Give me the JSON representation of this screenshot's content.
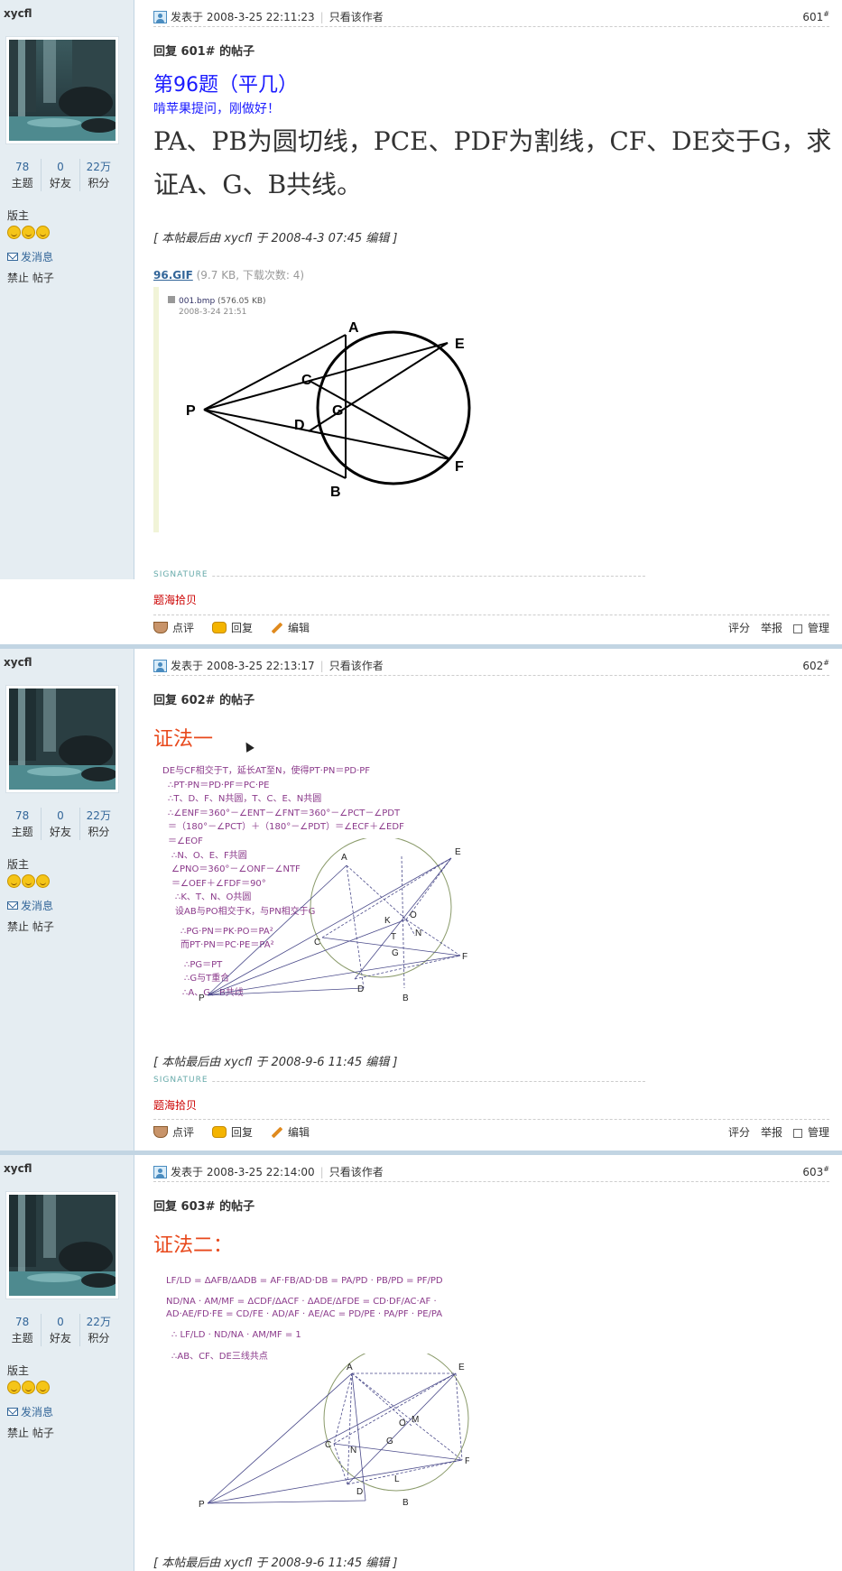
{
  "user": {
    "name": "xycfl",
    "stats": [
      {
        "value": "78",
        "label": "主题"
      },
      {
        "value": "0",
        "label": "好友"
      },
      {
        "value": "22万",
        "label": "积分"
      }
    ],
    "rank": "版主",
    "message": "发消息",
    "ban": "禁止 帖子"
  },
  "common": {
    "posted_prefix": "发表于",
    "only_author": "只看该作者",
    "signature_label": "SIGNATURE",
    "signature_text": "题海拾贝",
    "actions": {
      "comment": "点评",
      "reply": "回复",
      "edit": "编辑",
      "rate": "评分",
      "report": "举报",
      "manage": "管理"
    }
  },
  "posts": [
    {
      "time": "2008-3-25 22:11:23",
      "floor": "601",
      "reply_title": "回复 601# 的帖子",
      "heading": "第96题（平几）",
      "subheading": "啃苹果提问，刚做好！",
      "problem": "PA、PB为圆切线，PCE、PDF为割线，CF、DE交于G，求证A、G、B共线。",
      "edited": "[ 本帖最后由 xycfl 于 2008-4-3 07:45 编辑 ]",
      "attachment": {
        "file": "96.GIF",
        "meta": "(9.7 KB, 下载次数: 4)"
      },
      "figure": {
        "file_label": "001.bmp",
        "file_size": "(576.05 KB)",
        "file_date": "2008-3-24 21:51",
        "labels": [
          "A",
          "E",
          "C",
          "P",
          "G",
          "D",
          "F",
          "B"
        ]
      }
    },
    {
      "time": "2008-3-25 22:13:17",
      "floor": "602",
      "reply_title": "回复 602# 的帖子",
      "heading": "证法一",
      "proof_lines": [
        "DE与CF相交于T，延长AT至N，使得PT·PN＝PD·PF",
        "∴PT·PN＝PD·PF＝PC·PE",
        "∴T、D、F、N共圆，T、C、E、N共圆",
        "∴∠ENF＝360°－∠ENT－∠FNT＝360°－∠PCT－∠PDT",
        "＝（180°－∠PCT）＋（180°－∠PDT）＝∠ECF＋∠EDF",
        "＝∠EOF",
        "∴N、O、E、F共圆",
        "∠PNO＝360°－∠ONF－∠NTF",
        "＝∠OEF＋∠FDF＝90°",
        "∴K、T、N、O共圆",
        "设AB与PO相交于K，与PN相交于G",
        "∴PG·PN＝PK·PO＝PA²",
        "而PT·PN＝PC·PE＝PA²",
        "∴PG＝PT",
        "∴G与T重合",
        "∴A、G、B共线"
      ],
      "figure_labels": [
        "A",
        "E",
        "K",
        "O",
        "N",
        "C",
        "T",
        "G",
        "F",
        "D",
        "B",
        "P"
      ],
      "edited": "[ 本帖最后由 xycfl 于 2008-9-6 11:45 编辑 ]"
    },
    {
      "time": "2008-3-25 22:14:00",
      "floor": "603",
      "reply_title": "回复 603# 的帖子",
      "heading": "证法二：",
      "formula_lines": [
        "LF/LD = ΔAFB/ΔADB = AF·FB/AD·DB = PA/PD · PB/PD = PF/PD",
        "ND/NA · AM/MF = ΔCDF/ΔACF · ΔADE/ΔFDE = CD·DF/AC·AF · AD·AE/FD·FE = CD/FE · AD/AF · AE/AC = PD/PE · PA/PF · PE/PA",
        "∴ LF/LD · ND/NA · AM/MF = 1",
        "∴AB、CF、DE三线共点"
      ],
      "figure_labels": [
        "A",
        "E",
        "O",
        "M",
        "C",
        "N",
        "G",
        "F",
        "L",
        "D",
        "B",
        "P"
      ],
      "edited": "[ 本帖最后由 xycfl 于 2008-9-6 11:45 编辑 ]"
    }
  ]
}
